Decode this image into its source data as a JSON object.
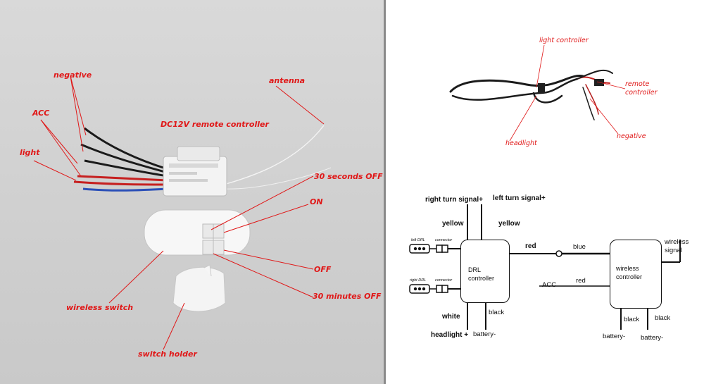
{
  "left_photo": {
    "labels": {
      "negative": "negative",
      "acc": "ACC",
      "light": "light",
      "antenna": "antenna",
      "controller": "DC12V remote controller",
      "thirty_seconds_off": "30 seconds OFF",
      "on": "ON",
      "off": "OFF",
      "thirty_minutes_off": "30 minutes OFF",
      "wireless_switch": "wireless switch",
      "switch_holder": "switch holder"
    }
  },
  "right_photo": {
    "labels": {
      "light_controller": "light controller",
      "remote_controller": "remote\ncontroller",
      "headlight": "headlight",
      "negative": "negative"
    }
  },
  "wiring_diagram": {
    "right_turn_signal": "right turn signal+",
    "left_turn_signal": "left turn signal+",
    "yellow_left": "yellow",
    "yellow_right": "yellow",
    "left_drl": "left DRL",
    "right_drl": "right DRL",
    "connector_top": "connector",
    "connector_bottom": "connector",
    "drl_controller": "DRL\ncontroller",
    "red_top": "red",
    "blue": "blue",
    "acc": "ACC",
    "red_mid": "red",
    "wireless_signal": "wireless\nsignal",
    "wireless_controller": "wireless\ncontroller",
    "white": "white",
    "black_drl": "black",
    "headlight_plus": "headlight +",
    "battery_drl": "battery-",
    "black_w1": "black",
    "black_w2": "black",
    "battery_w1": "battery-",
    "battery_w2": "battery-"
  },
  "colors": {
    "label_red": "#e01818",
    "wire_red": "#d42020",
    "wire_blue": "#2a4fb8",
    "wire_black": "#111111",
    "photo_bg": "#d0d0d0"
  }
}
